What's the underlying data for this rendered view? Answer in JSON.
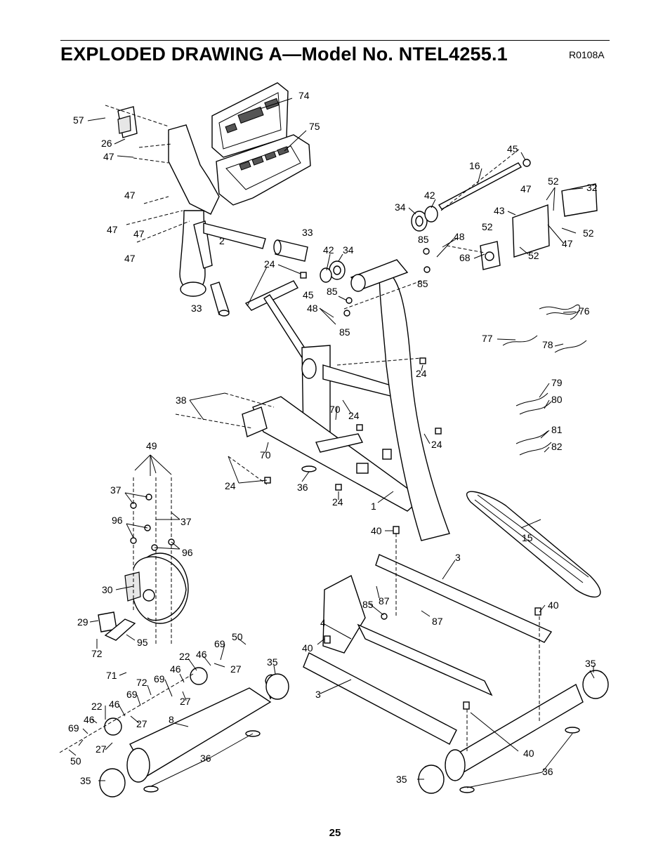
{
  "page": {
    "title": "EXPLODED DRAWING A—Model No. NTEL4255.1",
    "drawing_code": "R0108A",
    "page_number": "25"
  },
  "callouts": [
    {
      "id": "c-74",
      "text": "74"
    },
    {
      "id": "c-75",
      "text": "75"
    },
    {
      "id": "c-57",
      "text": "57"
    },
    {
      "id": "c-26",
      "text": "26"
    },
    {
      "id": "c-47a",
      "text": "47"
    },
    {
      "id": "c-47b",
      "text": "47"
    },
    {
      "id": "c-47c",
      "text": "47"
    },
    {
      "id": "c-47d",
      "text": "47"
    },
    {
      "id": "c-47e",
      "text": "47"
    },
    {
      "id": "c-2",
      "text": "2"
    },
    {
      "id": "c-33a",
      "text": "33"
    },
    {
      "id": "c-33b",
      "text": "33"
    },
    {
      "id": "c-24a",
      "text": "24"
    },
    {
      "id": "c-42a",
      "text": "42"
    },
    {
      "id": "c-34a",
      "text": "34"
    },
    {
      "id": "c-45a",
      "text": "45"
    },
    {
      "id": "c-85a",
      "text": "85"
    },
    {
      "id": "c-48a",
      "text": "48"
    },
    {
      "id": "c-85b",
      "text": "85"
    },
    {
      "id": "c-45b",
      "text": "45"
    },
    {
      "id": "c-16",
      "text": "16"
    },
    {
      "id": "c-34b",
      "text": "34"
    },
    {
      "id": "c-42b",
      "text": "42"
    },
    {
      "id": "c-85c",
      "text": "85"
    },
    {
      "id": "c-48b",
      "text": "48"
    },
    {
      "id": "c-85d",
      "text": "85"
    },
    {
      "id": "c-68",
      "text": "68"
    },
    {
      "id": "c-43",
      "text": "43"
    },
    {
      "id": "c-47f",
      "text": "47"
    },
    {
      "id": "c-52a",
      "text": "52"
    },
    {
      "id": "c-32",
      "text": "32"
    },
    {
      "id": "c-52b",
      "text": "52"
    },
    {
      "id": "c-52c",
      "text": "52"
    },
    {
      "id": "c-47g",
      "text": "47"
    },
    {
      "id": "c-52d",
      "text": "52"
    },
    {
      "id": "c-76",
      "text": "76"
    },
    {
      "id": "c-77",
      "text": "77"
    },
    {
      "id": "c-78",
      "text": "78"
    },
    {
      "id": "c-24b",
      "text": "24"
    },
    {
      "id": "c-79",
      "text": "79"
    },
    {
      "id": "c-80",
      "text": "80"
    },
    {
      "id": "c-81",
      "text": "81"
    },
    {
      "id": "c-82",
      "text": "82"
    },
    {
      "id": "c-38",
      "text": "38"
    },
    {
      "id": "c-70a",
      "text": "70"
    },
    {
      "id": "c-24c",
      "text": "24"
    },
    {
      "id": "c-24d",
      "text": "24"
    },
    {
      "id": "c-70b",
      "text": "70"
    },
    {
      "id": "c-24e",
      "text": "24"
    },
    {
      "id": "c-36a",
      "text": "36"
    },
    {
      "id": "c-24f",
      "text": "24"
    },
    {
      "id": "c-1",
      "text": "1"
    },
    {
      "id": "c-49",
      "text": "49"
    },
    {
      "id": "c-37a",
      "text": "37"
    },
    {
      "id": "c-96a",
      "text": "96"
    },
    {
      "id": "c-37b",
      "text": "37"
    },
    {
      "id": "c-96b",
      "text": "96"
    },
    {
      "id": "c-40a",
      "text": "40"
    },
    {
      "id": "c-15",
      "text": "15"
    },
    {
      "id": "c-3a",
      "text": "3"
    },
    {
      "id": "c-30",
      "text": "30"
    },
    {
      "id": "c-87a",
      "text": "87"
    },
    {
      "id": "c-85e",
      "text": "85"
    },
    {
      "id": "c-87b",
      "text": "87"
    },
    {
      "id": "c-40b",
      "text": "40"
    },
    {
      "id": "c-29",
      "text": "29"
    },
    {
      "id": "c-95",
      "text": "95"
    },
    {
      "id": "c-72a",
      "text": "72"
    },
    {
      "id": "c-4",
      "text": "4"
    },
    {
      "id": "c-40c",
      "text": "40"
    },
    {
      "id": "c-69a",
      "text": "69"
    },
    {
      "id": "c-50a",
      "text": "50"
    },
    {
      "id": "c-22a",
      "text": "22"
    },
    {
      "id": "c-46a",
      "text": "46"
    },
    {
      "id": "c-27a",
      "text": "27"
    },
    {
      "id": "c-35a",
      "text": "35"
    },
    {
      "id": "c-35b",
      "text": "35"
    },
    {
      "id": "c-71",
      "text": "71"
    },
    {
      "id": "c-72b",
      "text": "72"
    },
    {
      "id": "c-69b",
      "text": "69"
    },
    {
      "id": "c-46b",
      "text": "46"
    },
    {
      "id": "c-3b",
      "text": "3"
    },
    {
      "id": "c-69c",
      "text": "69"
    },
    {
      "id": "c-27b",
      "text": "27"
    },
    {
      "id": "c-22b",
      "text": "22"
    },
    {
      "id": "c-46c",
      "text": "46"
    },
    {
      "id": "c-27c",
      "text": "27"
    },
    {
      "id": "c-8",
      "text": "8"
    },
    {
      "id": "c-46d",
      "text": "46"
    },
    {
      "id": "c-69d",
      "text": "69"
    },
    {
      "id": "c-27d",
      "text": "27"
    },
    {
      "id": "c-50b",
      "text": "50"
    },
    {
      "id": "c-36b",
      "text": "36"
    },
    {
      "id": "c-40d",
      "text": "40"
    },
    {
      "id": "c-36c",
      "text": "36"
    },
    {
      "id": "c-35c",
      "text": "35"
    },
    {
      "id": "c-35d",
      "text": "35"
    }
  ]
}
